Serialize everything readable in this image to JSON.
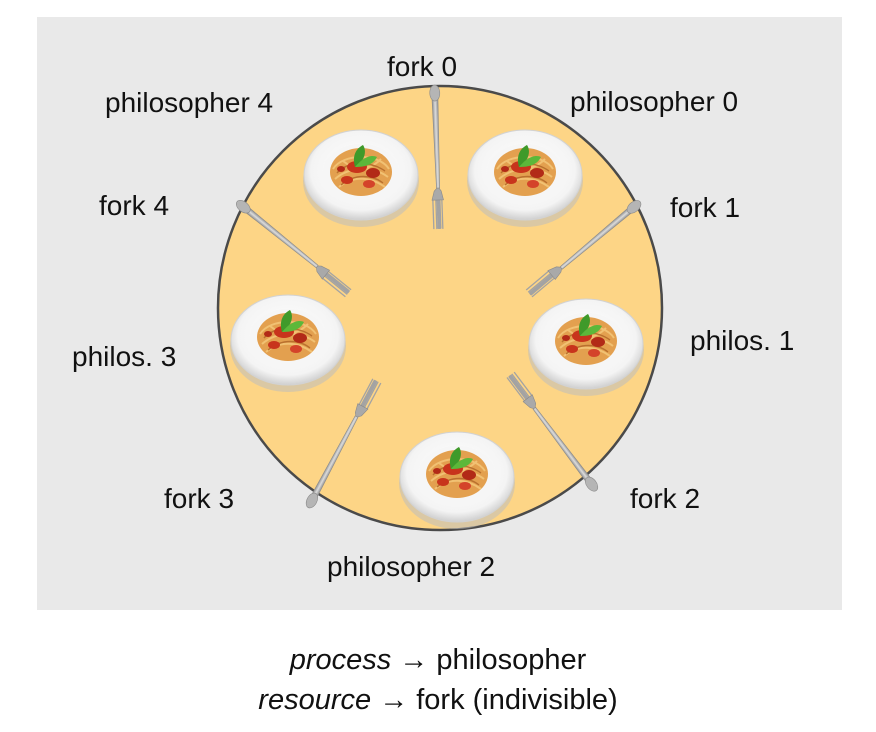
{
  "diagram": {
    "labels": {
      "fork0": "fork 0",
      "fork1": "fork 1",
      "fork2": "fork 2",
      "fork3": "fork 3",
      "fork4": "fork 4",
      "philosopher0": "philosopher 0",
      "philosopher1": "philos. 1",
      "philosopher2": "philosopher 2",
      "philosopher3": "philos. 3",
      "philosopher4": "philosopher 4"
    },
    "colors": {
      "background": "#e9e9e9",
      "table_fill": "#fdd586",
      "table_stroke": "#4a4a4a",
      "plate": "#ffffff",
      "pasta": "#e3a04f",
      "sauce": "#c8341c",
      "basil": "#3f9a2a",
      "fork_metal": "#a9a9a9"
    },
    "icons": [
      "spaghetti-plate-icon",
      "fork-icon"
    ]
  },
  "mapping": {
    "process_term": "process",
    "process_target": "philosopher",
    "resource_term": "resource",
    "resource_target": "fork (indivisible)",
    "arrow": "→"
  }
}
